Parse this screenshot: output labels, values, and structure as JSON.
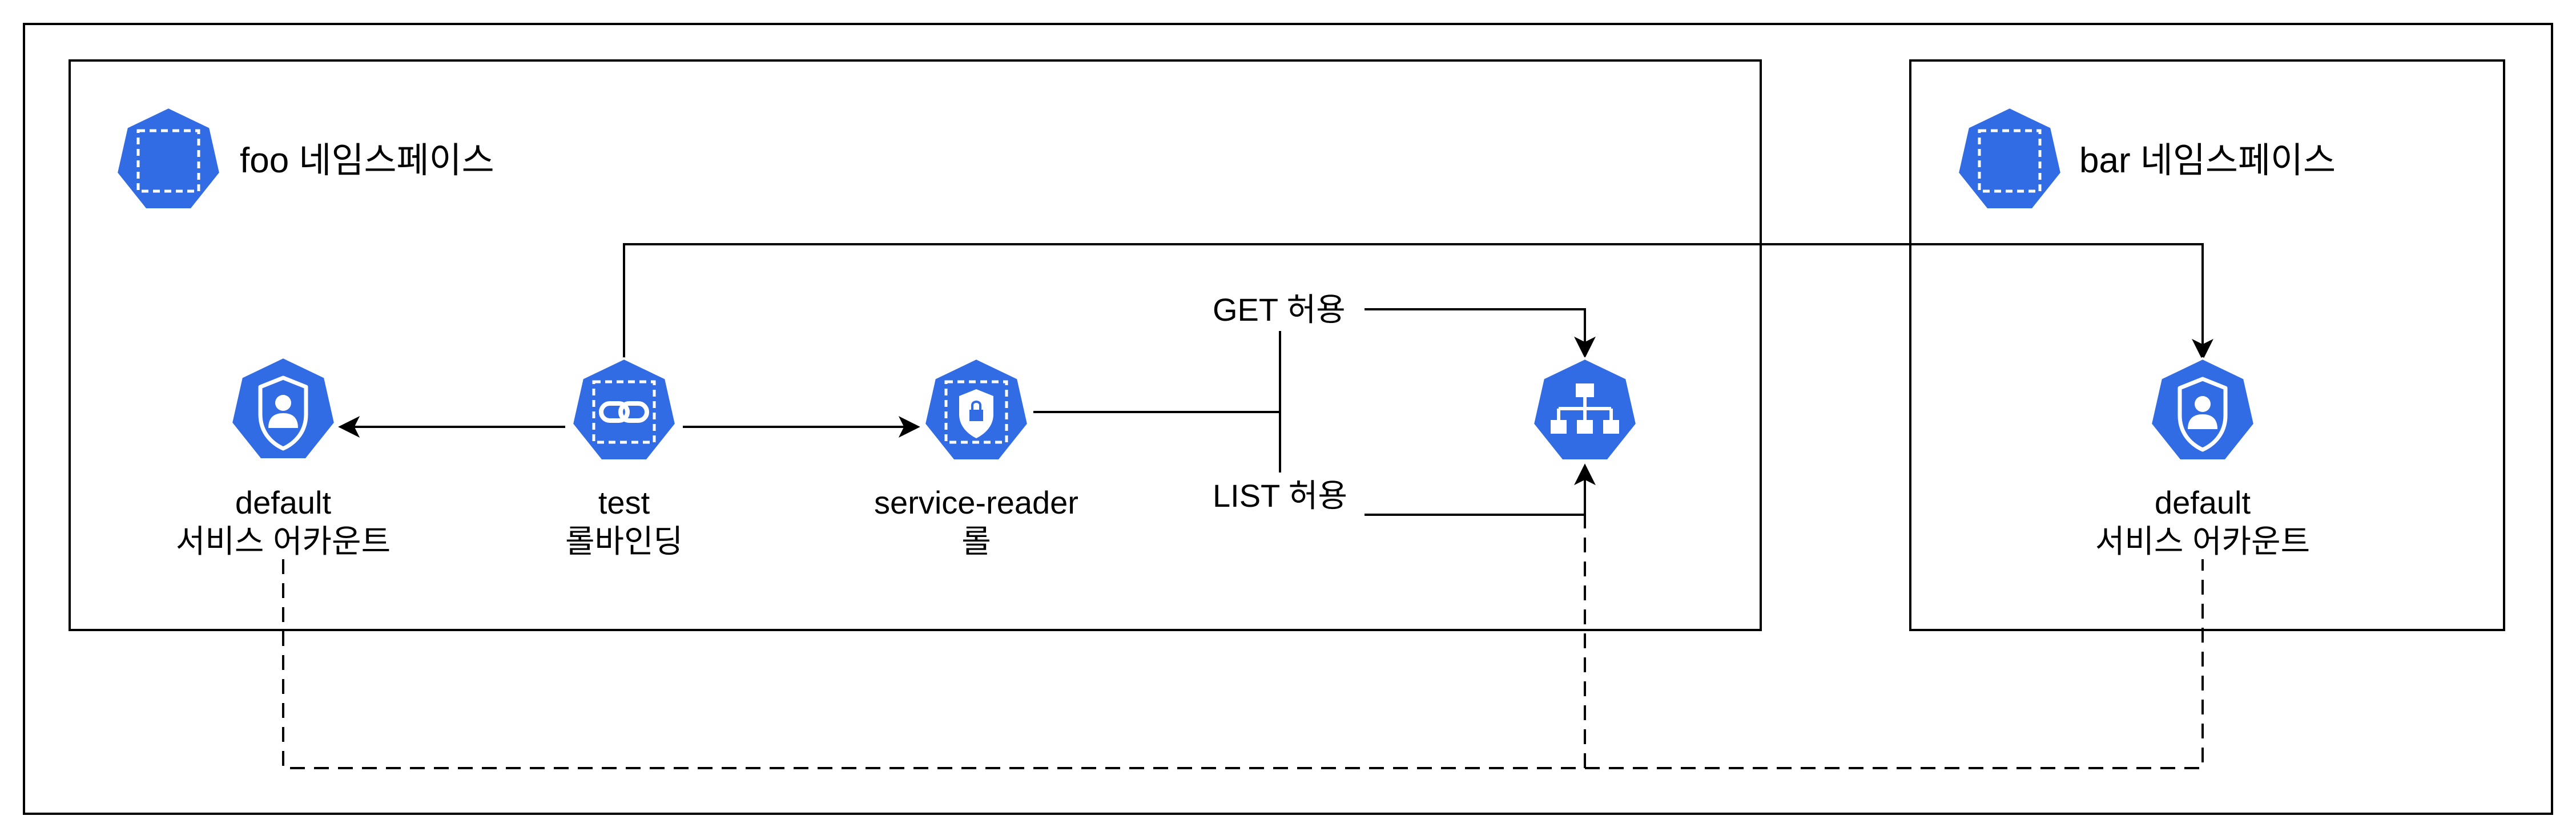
{
  "namespaces": {
    "foo": {
      "title": "foo 네임스페이스"
    },
    "bar": {
      "title": "bar 네임스페이스"
    }
  },
  "nodes": {
    "foo_service_account": {
      "line1": "default",
      "line2": "서비스 어카운트"
    },
    "role_binding": {
      "line1": "test",
      "line2": "롤바인딩"
    },
    "role": {
      "line1": "service-reader",
      "line2": "롤"
    },
    "bar_service_account": {
      "line1": "default",
      "line2": "서비스 어카운트"
    }
  },
  "edges": {
    "get_label": "GET 허용",
    "list_label": "LIST 허용"
  },
  "icons": {
    "namespace": "namespace-icon",
    "service_account": "service-account-icon",
    "role_binding": "role-binding-icon",
    "role": "role-icon",
    "service": "service-icon"
  },
  "colors": {
    "k8s_blue": "#326CE5",
    "line": "#000000",
    "background": "#FFFFFF"
  }
}
